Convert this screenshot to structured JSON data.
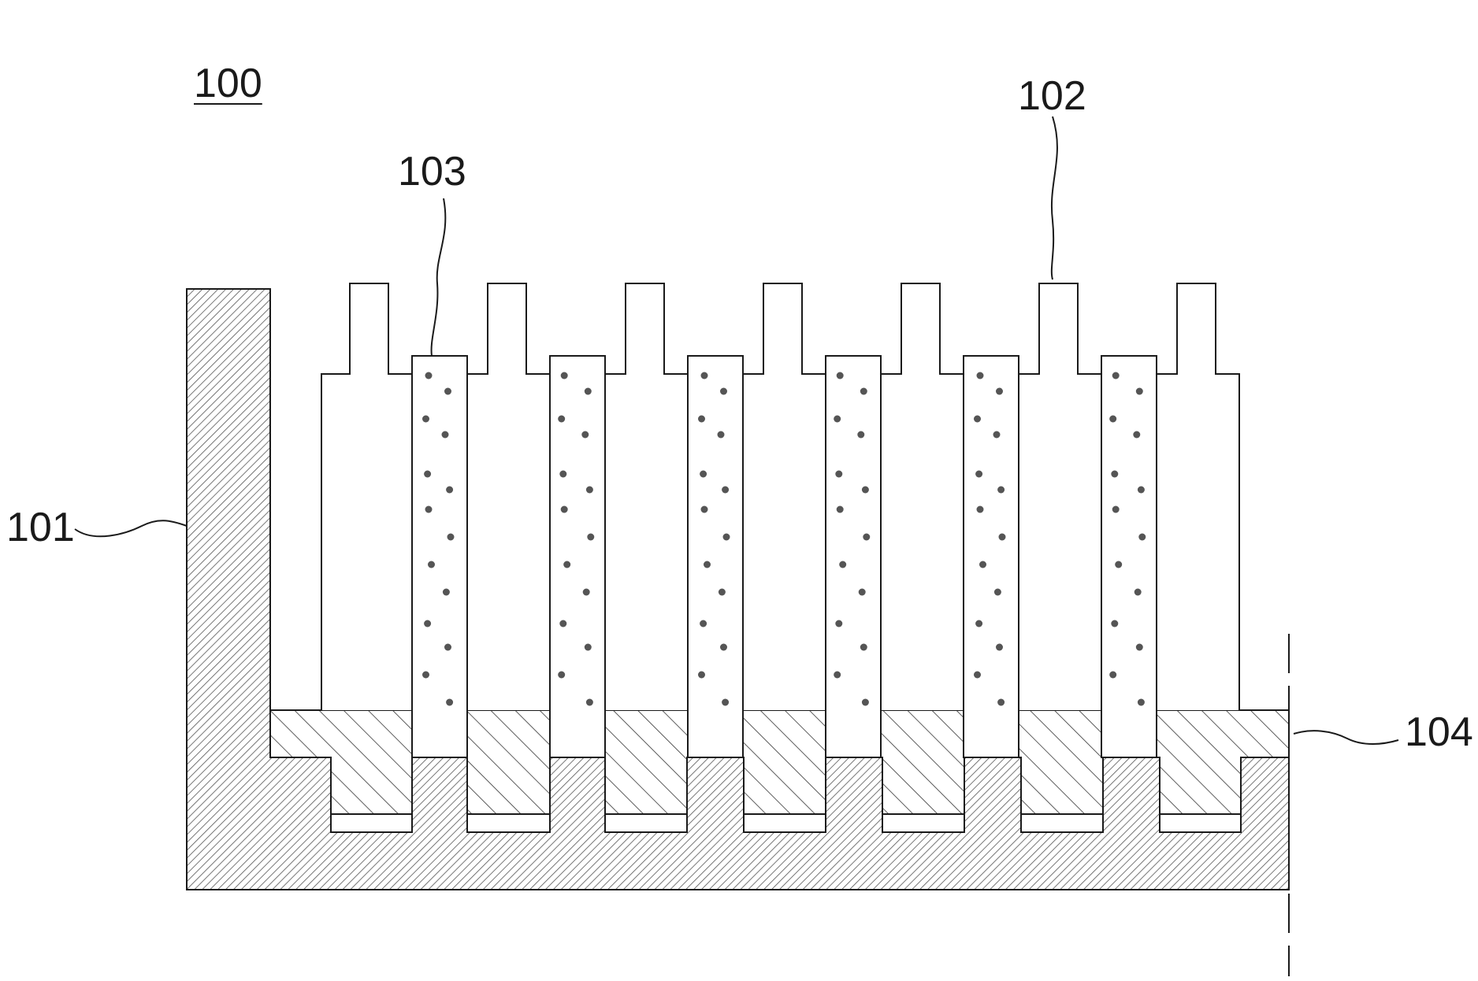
{
  "figure": {
    "assembly_label": "100",
    "labels": {
      "housing": "101",
      "cell": "102",
      "spacer": "103",
      "base": "104"
    },
    "parts": {
      "cells": {
        "count": 7
      },
      "spacers": {
        "count": 6
      }
    },
    "colors": {
      "line": "#1a1a1a",
      "hatch": "#555555",
      "background": "#ffffff"
    }
  }
}
